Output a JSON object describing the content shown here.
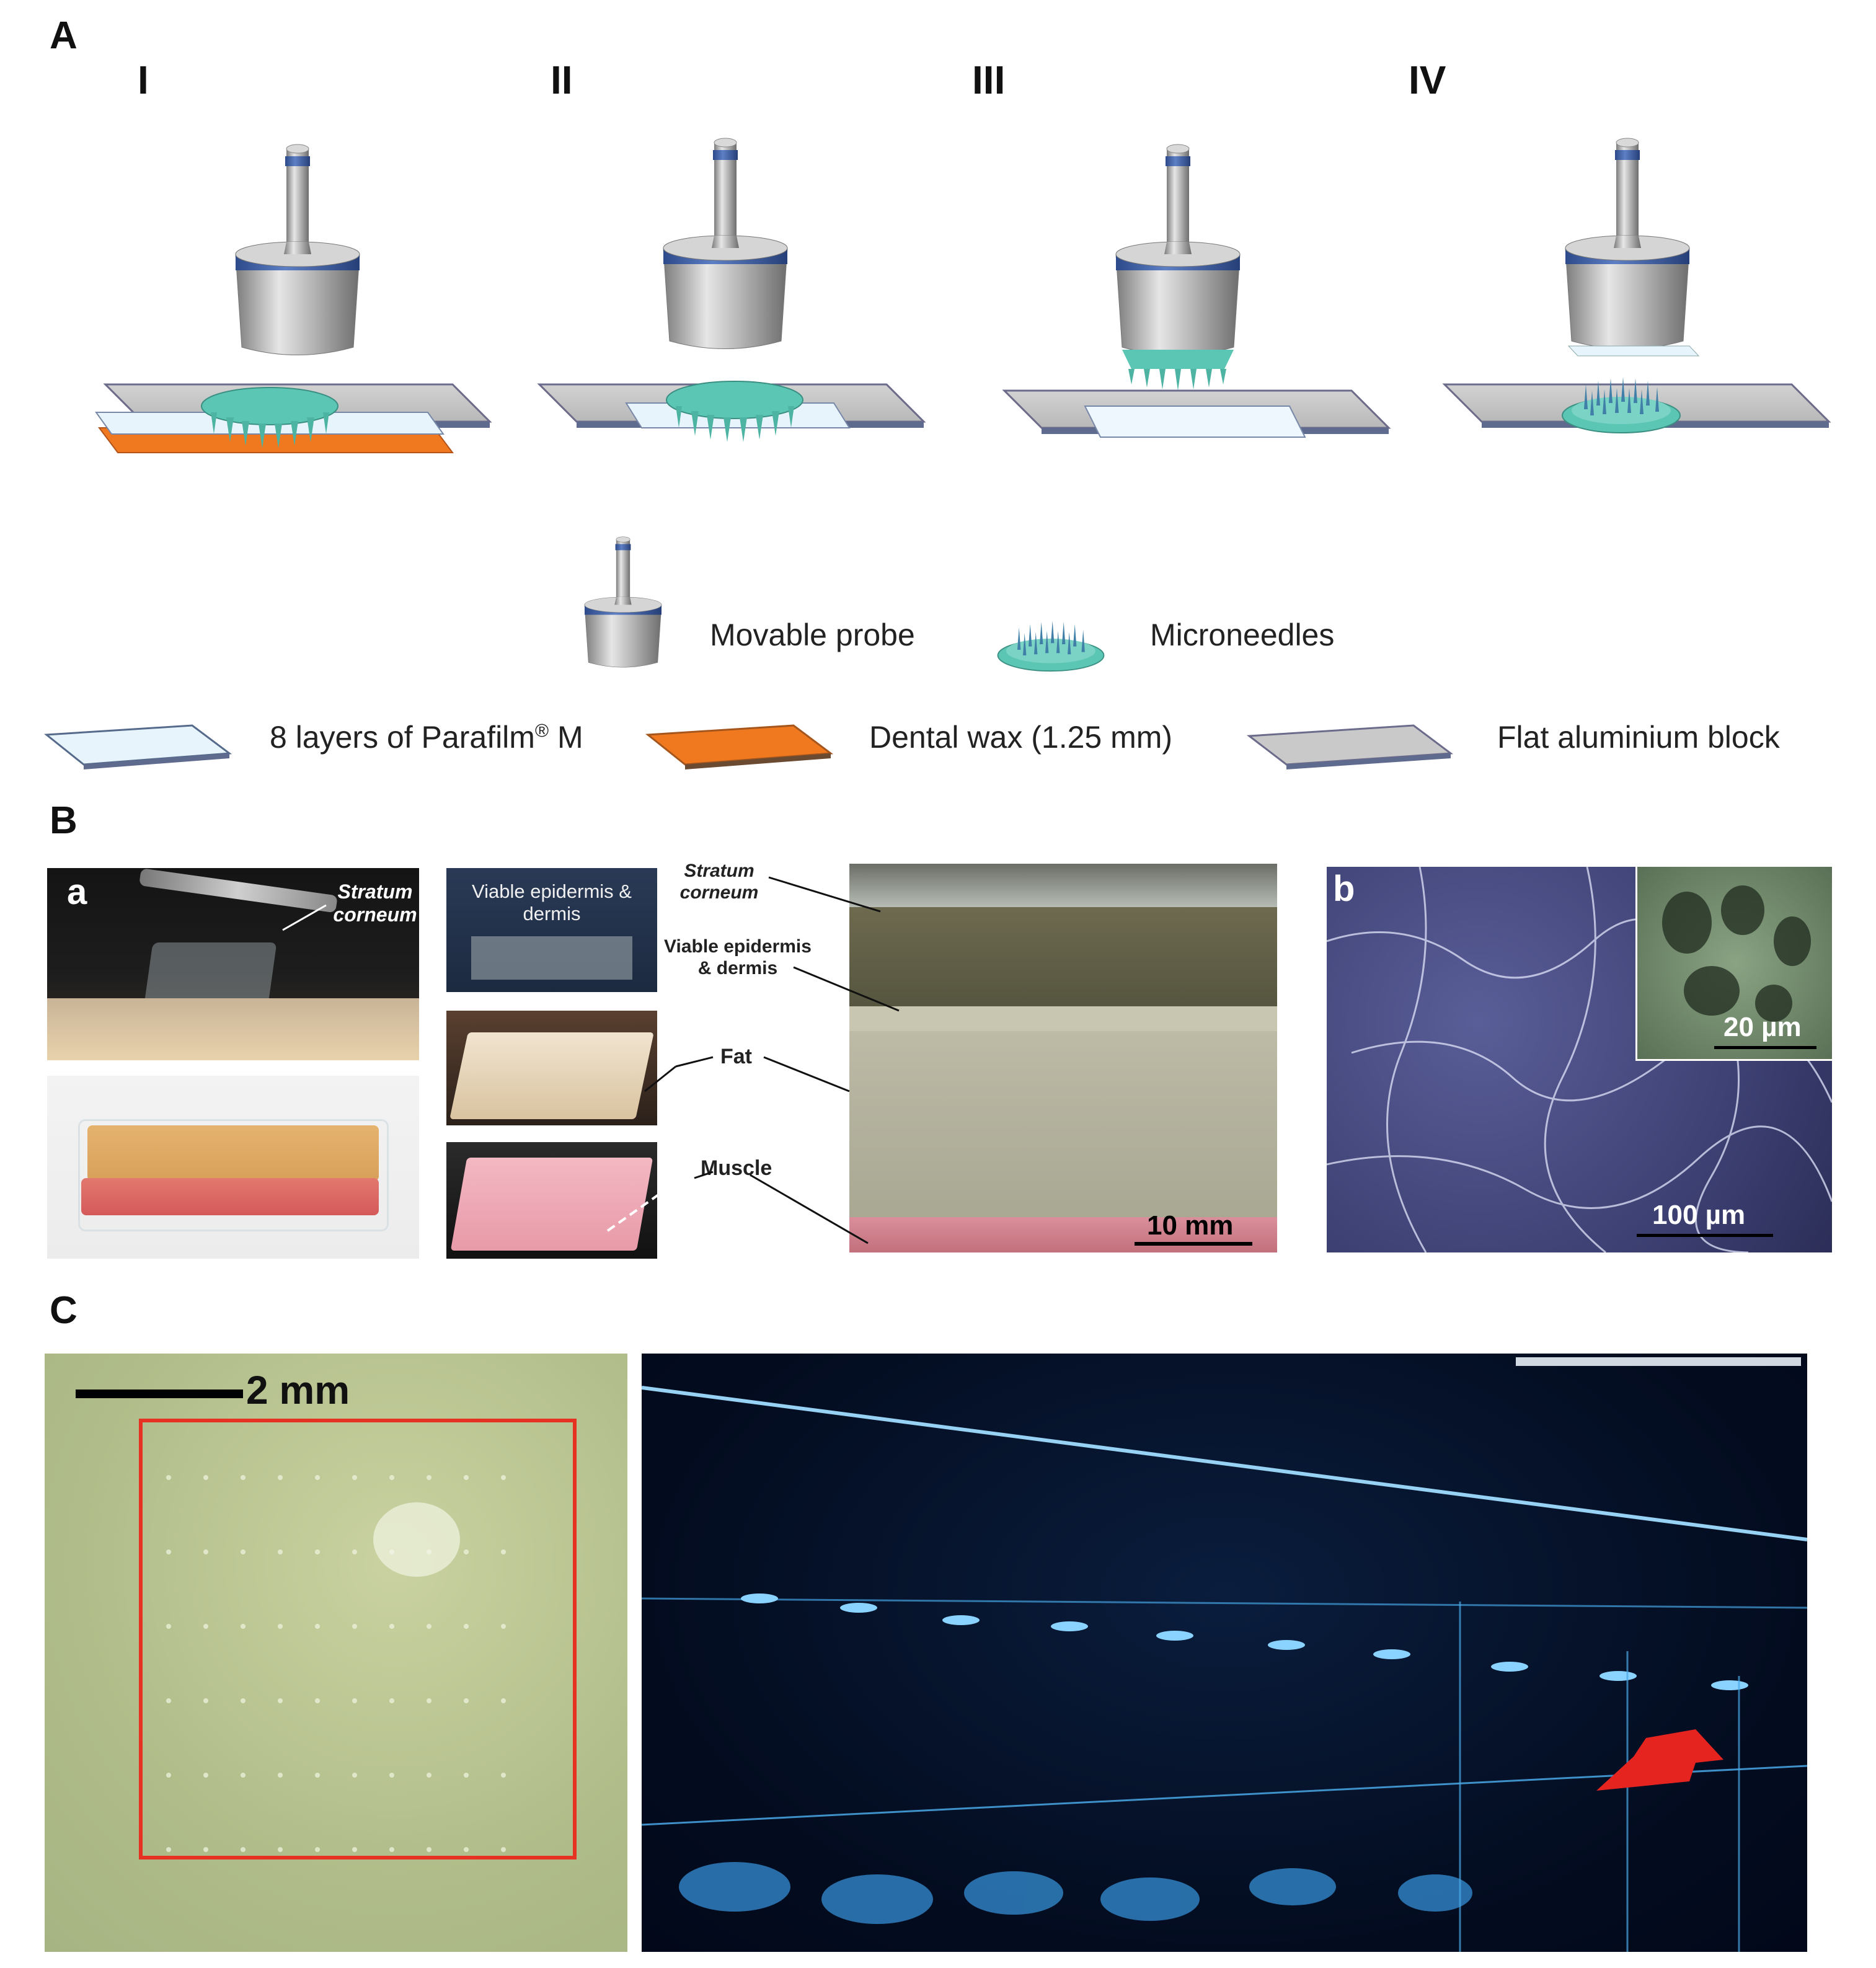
{
  "panels": {
    "A": {
      "label": "A",
      "steps": [
        "I",
        "II",
        "III",
        "IV"
      ],
      "legend": {
        "probe": "Movable probe",
        "microneedles": "Microneedles",
        "parafilm_prefix": "8 layers of Parafilm",
        "parafilm_reg": "®",
        "parafilm_suffix": " M",
        "wax": "Dental wax (1.25 mm)",
        "block": "Flat aluminium block"
      }
    },
    "B": {
      "label": "B",
      "sub_a": "a",
      "sub_b": "b",
      "stratum_corneum_small": "Stratum corneum",
      "viable_box": "Viable epidermis & dermis",
      "labels": {
        "stratum": "Stratum corneum",
        "viable": "Viable epidermis & dermis",
        "fat": "Fat",
        "muscle": "Muscle"
      },
      "scale_10mm": "10 mm",
      "scale_20um": "20 µm",
      "scale_100um": "100 µm"
    },
    "C": {
      "label": "C",
      "scale_2mm": "2 mm"
    }
  },
  "colors": {
    "needle_teal": "#5cc6b4",
    "probe_band": "#3f5fa6",
    "wax_orange": "#f0791f",
    "parafilm": "#e8f4fb",
    "block_grey": "#c7c7c7",
    "red_box": "#e53222",
    "oct_bg": "#020a1c",
    "oct_line": "#7fd2ff",
    "sem_purple": "#4a4e86",
    "sem_green": "#6f8a68"
  }
}
